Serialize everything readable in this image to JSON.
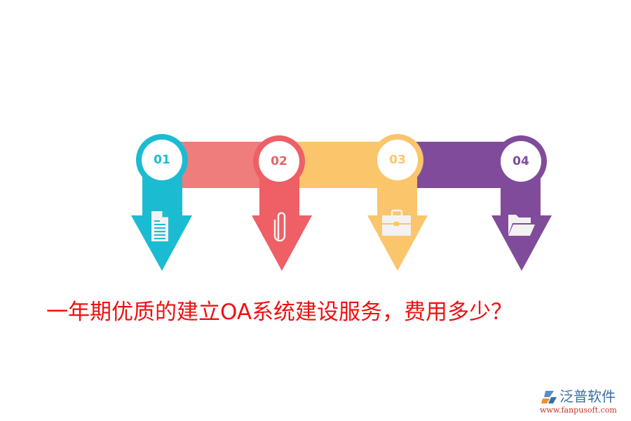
{
  "colors": {
    "step1": "#1bbcd2",
    "step2": "#ee5f66",
    "step3": "#fbc56b",
    "step4": "#814b9b",
    "band12": "#ef7d7c",
    "band23": "#fbc56b",
    "band34": "#814b9b",
    "title": "#f01010",
    "icon": "#f2f2f2"
  },
  "steps": [
    {
      "number": "01",
      "icon": "document-icon"
    },
    {
      "number": "02",
      "icon": "paperclip-icon"
    },
    {
      "number": "03",
      "icon": "briefcase-icon"
    },
    {
      "number": "04",
      "icon": "folder-icon"
    }
  ],
  "title": "一年期优质的建立OA系统建设服务，费用多少？",
  "logo": {
    "name": "泛普软件",
    "url": "www.fanpusoft.com"
  }
}
